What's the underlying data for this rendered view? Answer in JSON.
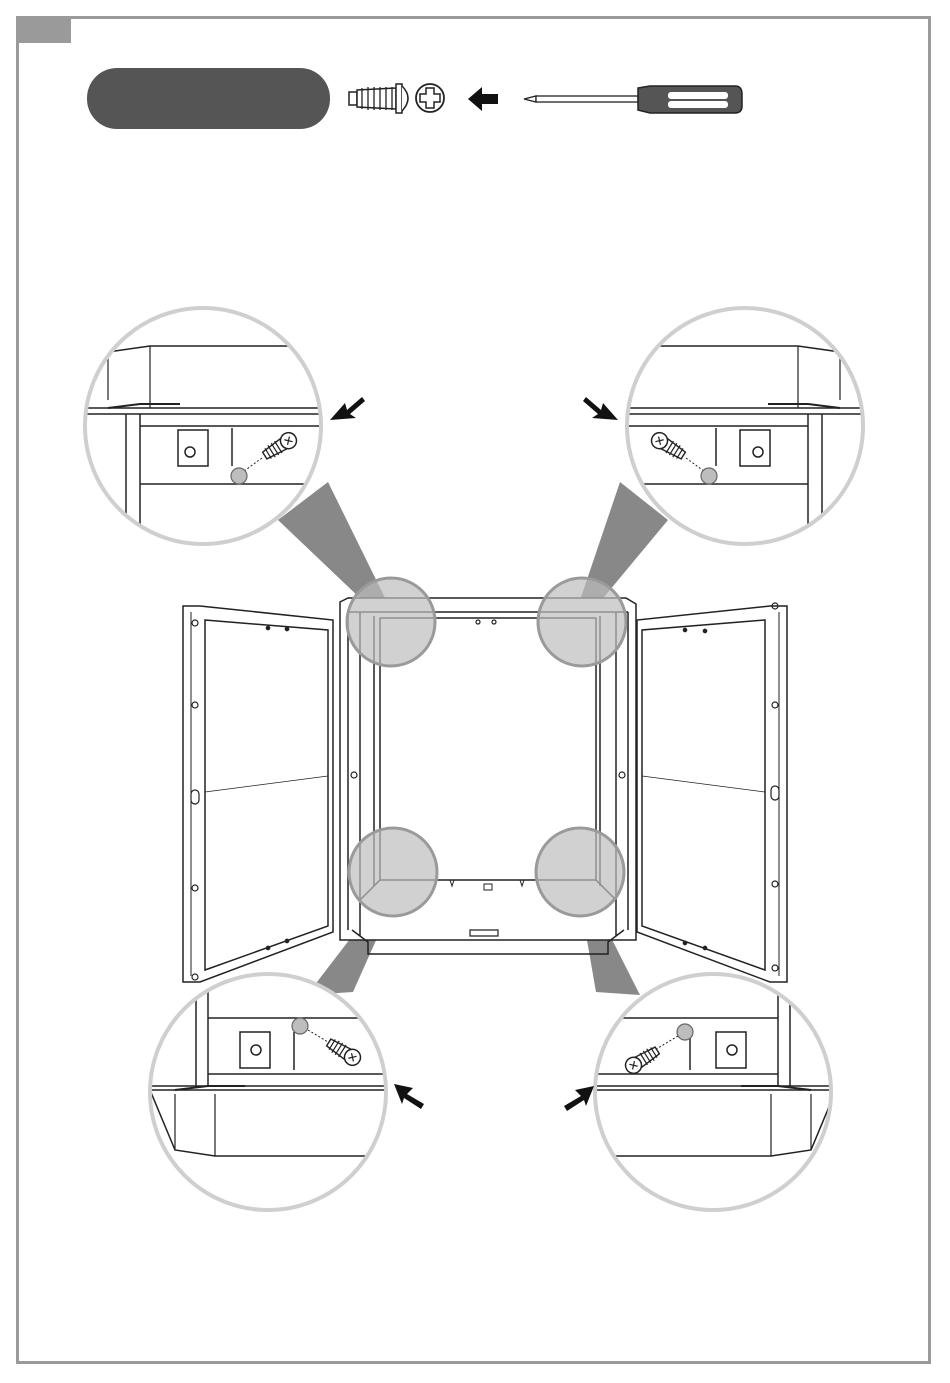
{
  "step": {
    "label": ""
  },
  "colors": {
    "frame": "#9a9a9a",
    "pill": "#555555",
    "line": "#222222",
    "circle": "#cfcfcf",
    "highlight": "#bdbdbd",
    "connector": "#888888",
    "arrow": "#111111"
  },
  "tools": {
    "screw_icon": "self-tapping-screw-icon",
    "head_icon": "phillips-head-icon",
    "direction_icon": "left-arrow-icon",
    "screwdriver_icon": "phillips-screwdriver-icon"
  },
  "detail_views": [
    {
      "name": "detail-top-left",
      "icon": "screw-icon"
    },
    {
      "name": "detail-top-right",
      "icon": "screw-icon"
    },
    {
      "name": "detail-bottom-left",
      "icon": "screw-icon"
    },
    {
      "name": "detail-bottom-right",
      "icon": "screw-icon"
    }
  ]
}
